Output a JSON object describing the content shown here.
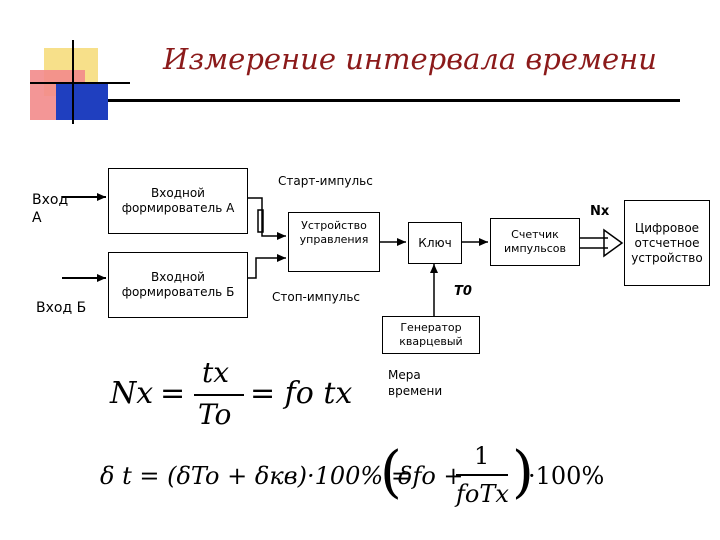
{
  "title": "Измерение интервала времени",
  "colors": {
    "title": "#8b1a1a",
    "logo_yellow": "#f7e08a",
    "logo_pink": "#f28b8b",
    "logo_blue": "#1f3fbf"
  },
  "inputs": {
    "a": "Вход\nА",
    "b": "Вход Б"
  },
  "blocks": {
    "shaper_a": "Входной\nформирователь А",
    "shaper_b": "Входной\nформирователь Б",
    "control": "Устройство\nуправления",
    "key": "Ключ",
    "counter": "Счетчик\nимпульсов",
    "display": "Цифровое\nотсчетное\nустройство",
    "generator": "Генератор\nкварцевый"
  },
  "signals": {
    "start": "Старт-импульс",
    "stop": "Стоп-импульс",
    "nx": "Nx",
    "t0": "T0",
    "time_measure": "Мера\nвремени"
  },
  "formulas": {
    "f1_nx": "Nx",
    "f1_num": "tx",
    "f1_den": "To",
    "f1_rhs": "= fo tx",
    "f2_lhs": "δ t = (δTo + δкв)·100% =",
    "f2_a": "δfo +",
    "f2_num": "1",
    "f2_den": "foTx",
    "f2_tail": "·100%"
  }
}
